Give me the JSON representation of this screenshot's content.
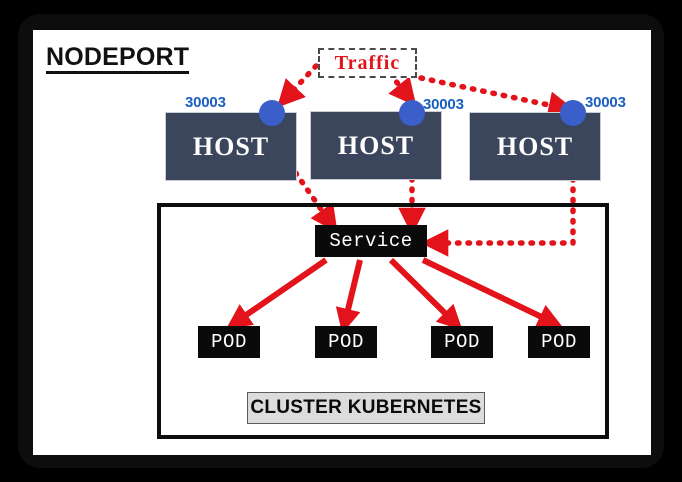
{
  "diagram": {
    "title": "NODEPORT",
    "traffic_label": "Traffic",
    "colors": {
      "host_fill": "#3b455c",
      "node_dot": "#3a5fc8",
      "port_text": "#1a5fc0",
      "arrow_red": "#e3131b",
      "traffic_text": "#e3131b",
      "box_black": "#0a0a0a",
      "cluster_label_fill": "#dcdcdc",
      "canvas": "#ffffff",
      "frame": "#0d0d0d"
    },
    "hosts": [
      {
        "label": "HOST",
        "port": "30003",
        "port_side": "left"
      },
      {
        "label": "HOST",
        "port": "30003",
        "port_side": "right"
      },
      {
        "label": "HOST",
        "port": "30003",
        "port_side": "right"
      }
    ],
    "service": {
      "label": "Service"
    },
    "pods": [
      {
        "label": "POD"
      },
      {
        "label": "POD"
      },
      {
        "label": "POD"
      },
      {
        "label": "POD"
      }
    ],
    "cluster": {
      "label": "CLUSTER KUBERNETES"
    },
    "edges": [
      {
        "from": "traffic",
        "to": "node-dot-1",
        "style": "dotted",
        "color": "#e3131b"
      },
      {
        "from": "traffic",
        "to": "node-dot-2",
        "style": "dotted",
        "color": "#e3131b"
      },
      {
        "from": "traffic",
        "to": "node-dot-3",
        "style": "dotted",
        "color": "#e3131b"
      },
      {
        "from": "node-dot-1",
        "to": "service-top",
        "style": "dotted",
        "color": "#e3131b"
      },
      {
        "from": "node-dot-2",
        "to": "service-top",
        "style": "dotted",
        "color": "#e3131b"
      },
      {
        "from": "node-dot-3",
        "to": "service-right",
        "style": "dotted",
        "color": "#e3131b"
      },
      {
        "from": "service",
        "to": "pod-1",
        "style": "solid",
        "color": "#e3131b"
      },
      {
        "from": "service",
        "to": "pod-2",
        "style": "solid",
        "color": "#e3131b"
      },
      {
        "from": "service",
        "to": "pod-3",
        "style": "solid",
        "color": "#e3131b"
      },
      {
        "from": "service",
        "to": "pod-4",
        "style": "solid",
        "color": "#e3131b"
      }
    ]
  }
}
